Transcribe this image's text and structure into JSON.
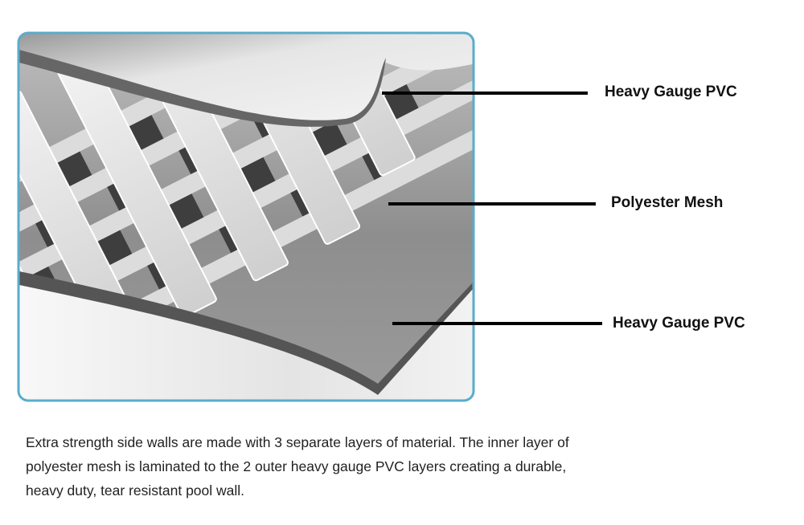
{
  "labels": {
    "top_layer": "Heavy Gauge PVC",
    "middle_layer": "Polyester Mesh",
    "bottom_layer": "Heavy Gauge PVC"
  },
  "caption": {
    "line1": "Extra strength side walls are made with 3 separate layers of material.  The inner layer of",
    "line2": "polyester mesh is laminated to the 2 outer heavy gauge PVC layers creating a durable,",
    "line3": "heavy duty, tear resistant pool wall."
  },
  "colors": {
    "frame_border": "#5aaccb",
    "leader_line": "#000000"
  }
}
